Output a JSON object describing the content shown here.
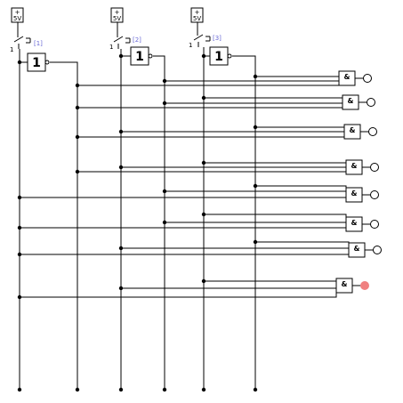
{
  "colors": {
    "wire": "#000000",
    "led_on": "#f08080",
    "led_off": "#ffffff",
    "tag": "#6b6bd6"
  },
  "inputs": [
    {
      "supply": "5V",
      "plus": "+",
      "state": "1",
      "tag": "[1]"
    },
    {
      "supply": "5V",
      "plus": "+",
      "state": "1",
      "tag": "[2]"
    },
    {
      "supply": "5V",
      "plus": "+",
      "state": "1",
      "tag": "[3]"
    }
  ],
  "not_gates": [
    {
      "label": "1"
    },
    {
      "label": "1"
    },
    {
      "label": "1"
    }
  ],
  "and_gates": [
    {
      "label": "&",
      "output_on": false
    },
    {
      "label": "&",
      "output_on": false
    },
    {
      "label": "&",
      "output_on": false
    },
    {
      "label": "&",
      "output_on": false
    },
    {
      "label": "&",
      "output_on": false
    },
    {
      "label": "&",
      "output_on": false
    },
    {
      "label": "&",
      "output_on": false
    },
    {
      "label": "&",
      "output_on": true
    }
  ],
  "icons": {
    "switch": "switch-icon",
    "led": "led-icon",
    "junction": "junction-icon"
  }
}
